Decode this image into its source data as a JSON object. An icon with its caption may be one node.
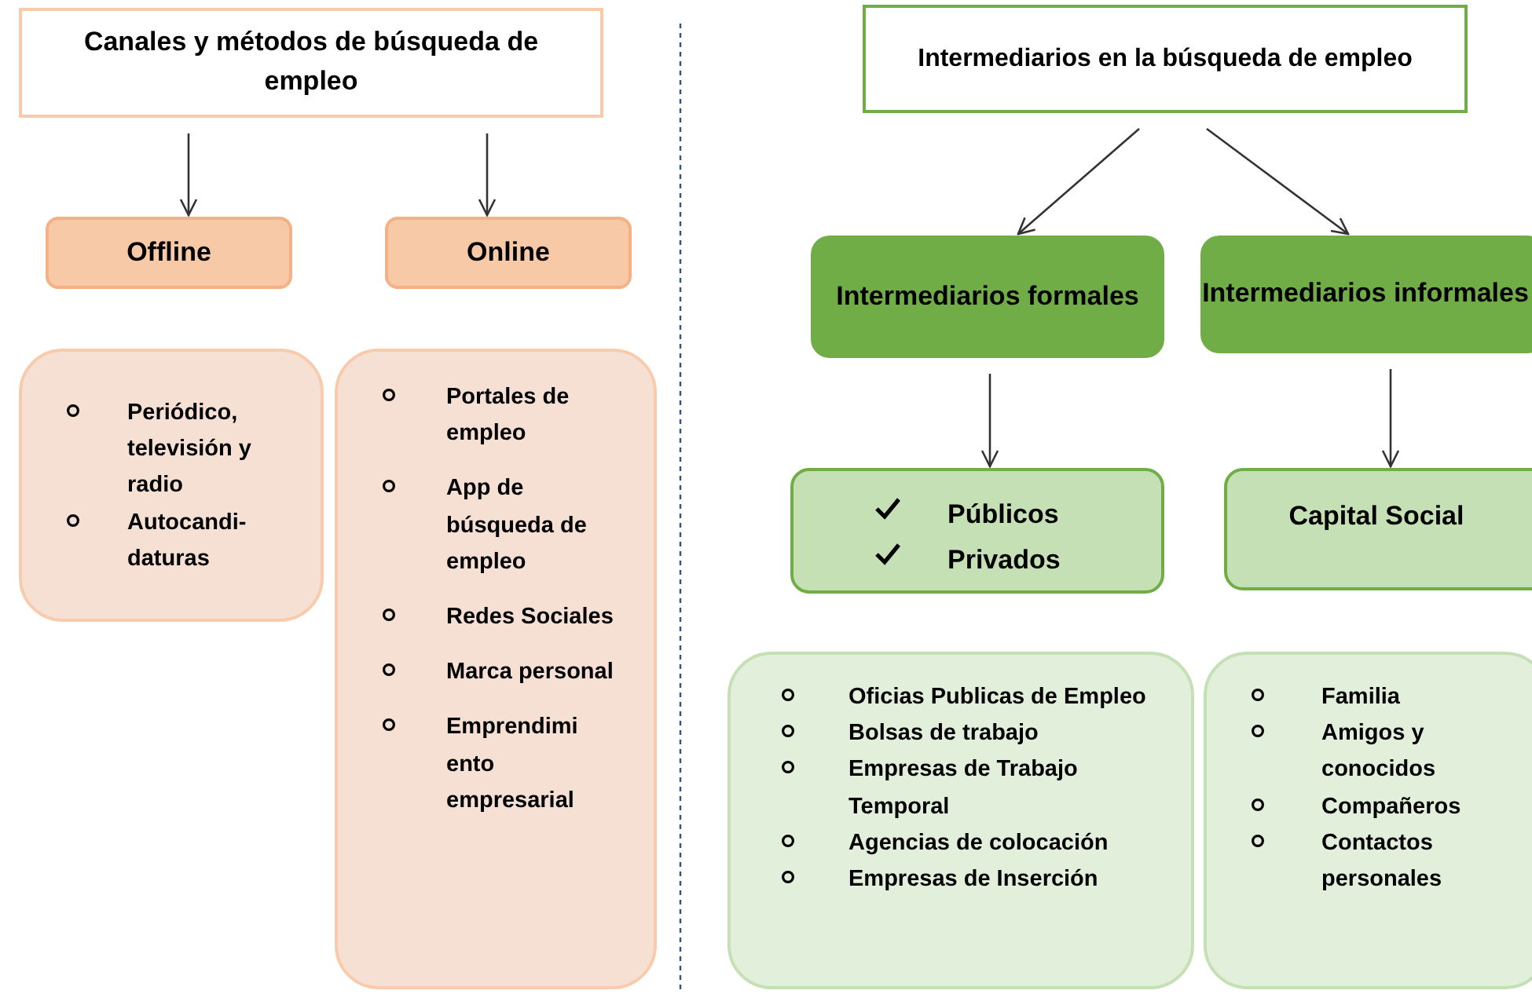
{
  "diagram": {
    "nodes": [
      {
        "text": [
          "Canales y métodos de búsqueda de empleo"
        ]
      },
      {
        "text": [
          "Offline"
        ]
      },
      {
        "text": [
          "Online"
        ]
      },
      {
        "text": [
          "Periódico, televisión y radio",
          "Autocandi- daturas"
        ]
      },
      {
        "text": [
          "Portales de empleo",
          "App de búsqueda de empleo",
          "Redes Sociales",
          "Marca personal",
          "Emprendimi ento empresarial"
        ]
      },
      {
        "text": [
          "Intermediarios en la búsqueda de empleo"
        ]
      },
      {
        "text": [
          "Intermediarios formales"
        ]
      },
      {
        "text": [
          "Intermediarios informales"
        ]
      },
      {
        "text": [
          "Públicos",
          "Privados"
        ]
      },
      {
        "text": [
          "Capital Social"
        ]
      },
      {
        "text": [
          "Oficias Publicas de Empleo",
          "Bolsas de trabajo",
          "Empresas de Trabajo Temporal",
          "Agencias de colocación",
          "Empresas de Inserción"
        ]
      },
      {
        "text": [
          "Familia",
          "Amigos y conocidos",
          "Compañeros",
          "Contactos personales"
        ]
      }
    ],
    "edges": [
      {
        "from": 0,
        "to": 1,
        "arrow": "to"
      },
      {
        "from": 0,
        "to": 2,
        "arrow": "to"
      },
      {
        "from": 5,
        "to": 6,
        "arrow": "to"
      },
      {
        "from": 5,
        "to": 7,
        "arrow": "to"
      },
      {
        "from": 6,
        "to": 8,
        "arrow": "to"
      },
      {
        "from": 7,
        "to": 9,
        "arrow": "to"
      }
    ]
  }
}
